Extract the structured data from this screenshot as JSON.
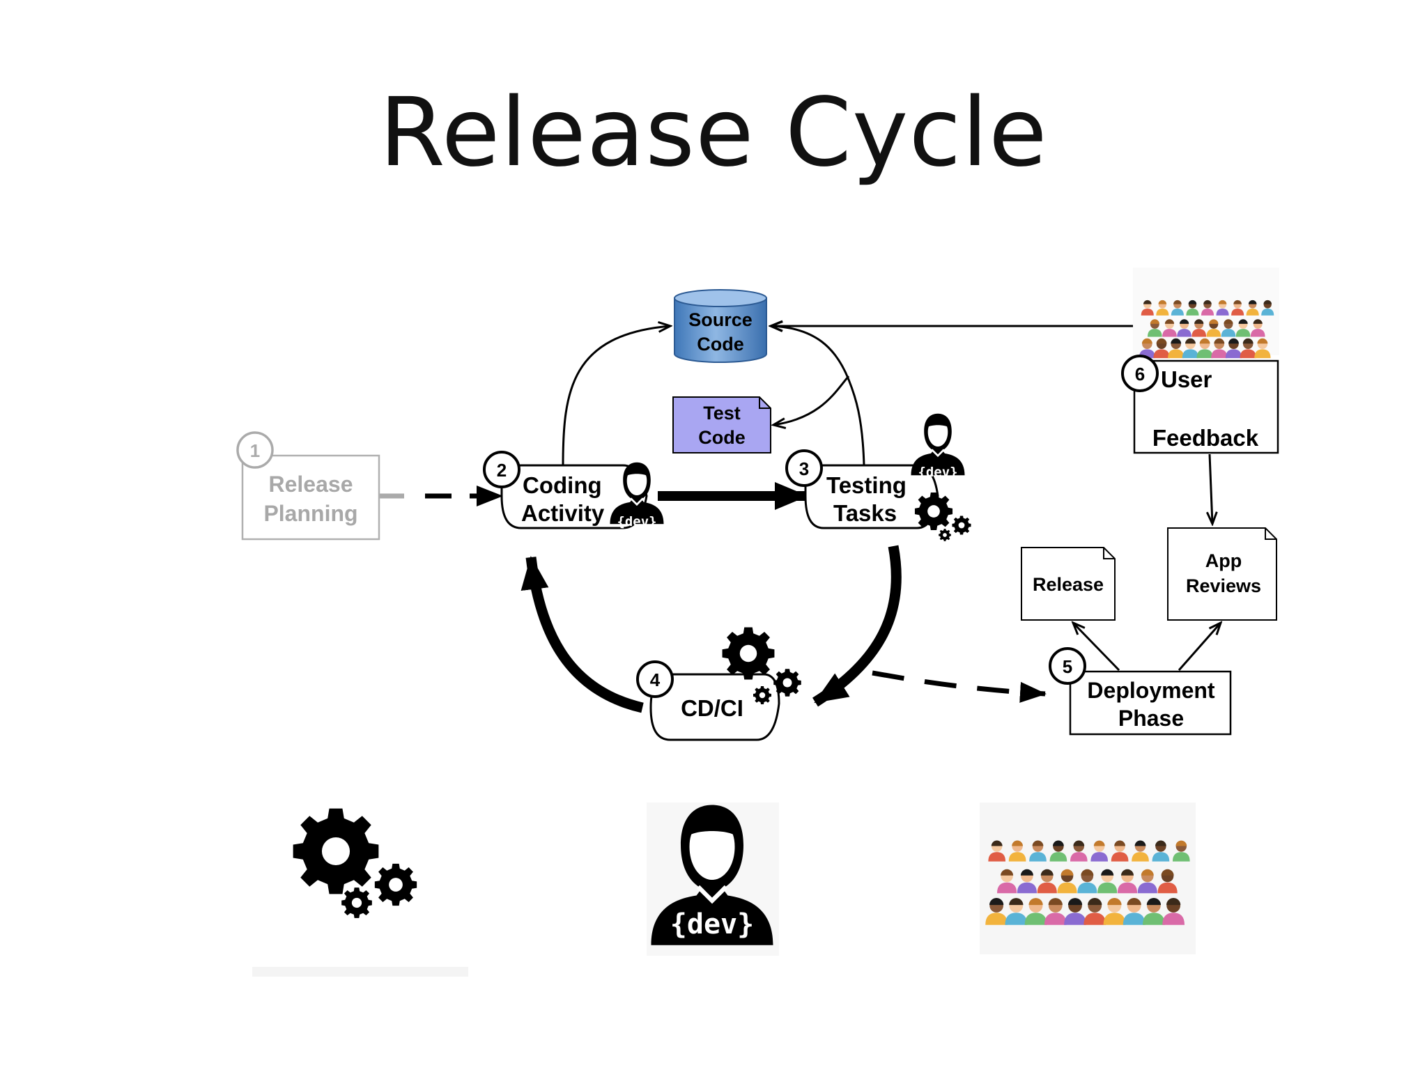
{
  "title": "Release Cycle",
  "colors": {
    "ink": "#000000",
    "faded": "#a8a8a8",
    "source_code_fill": "#5b8fc9",
    "test_code_fill": "#a9a6f2",
    "crowd_palette": [
      "#e05d45",
      "#f2b33d",
      "#5ab3d6",
      "#6fbf73",
      "#d96aa7",
      "#8a6bd1"
    ]
  },
  "nodes": {
    "release_planning": {
      "number": "1",
      "line1": "Release",
      "line2": "Planning"
    },
    "coding_activity": {
      "number": "2",
      "line1": "Coding",
      "line2": "Activity"
    },
    "testing_tasks": {
      "number": "3",
      "line1": "Testing",
      "line2": "Tasks"
    },
    "cdci": {
      "number": "4",
      "label": "CD/CI"
    },
    "deployment_phase": {
      "number": "5",
      "line1": "Deployment",
      "line2": "Phase"
    },
    "user_feedback": {
      "number": "6",
      "line1": "User",
      "line2": "Feedback"
    },
    "source_code": {
      "line1": "Source",
      "line2": "Code"
    },
    "test_code": {
      "line1": "Test",
      "line2": "Code"
    },
    "release_doc": {
      "label": "Release"
    },
    "app_reviews": {
      "line1": "App",
      "line2": "Reviews"
    }
  },
  "dev_badge": "{dev}",
  "icons": [
    "gears-icon",
    "developer-icon",
    "crowd-icon",
    "database-icon",
    "document-icon"
  ]
}
